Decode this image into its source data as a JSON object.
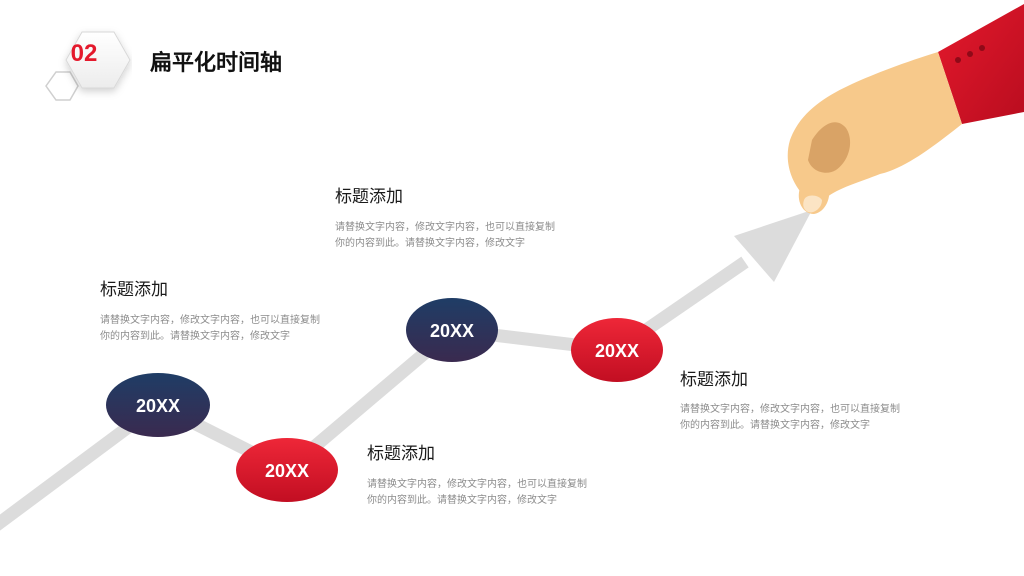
{
  "header": {
    "number": "02",
    "title": "扁平化时间轴"
  },
  "colors": {
    "accent_red": "#e4192c",
    "navy": "#27375c",
    "track_gray": "#dcdcdc",
    "skin": "#f7c98b"
  },
  "milestones": [
    {
      "year": "20XX",
      "color": "navy"
    },
    {
      "year": "20XX",
      "color": "red"
    },
    {
      "year": "20XX",
      "color": "navy"
    },
    {
      "year": "20XX",
      "color": "red"
    }
  ],
  "items": [
    {
      "title": "标题添加",
      "desc_line1": "请替换文字内容，修改文字内容，也可以直接复制",
      "desc_line2": "你的内容到此。请替换文字内容，修改文字"
    },
    {
      "title": "标题添加",
      "desc_line1": "请替换文字内容，修改文字内容，也可以直接复制",
      "desc_line2": "你的内容到此。请替换文字内容，修改文字"
    },
    {
      "title": "标题添加",
      "desc_line1": "请替换文字内容，修改文字内容，也可以直接复制",
      "desc_line2": "你的内容到此。请替换文字内容，修改文字"
    },
    {
      "title": "标题添加",
      "desc_line1": "请替换文字内容，修改文字内容，也可以直接复制",
      "desc_line2": "你的内容到此。请替换文字内容，修改文字"
    }
  ],
  "illustration": {
    "icons": [
      "hand-icon",
      "arrow-icon"
    ]
  }
}
